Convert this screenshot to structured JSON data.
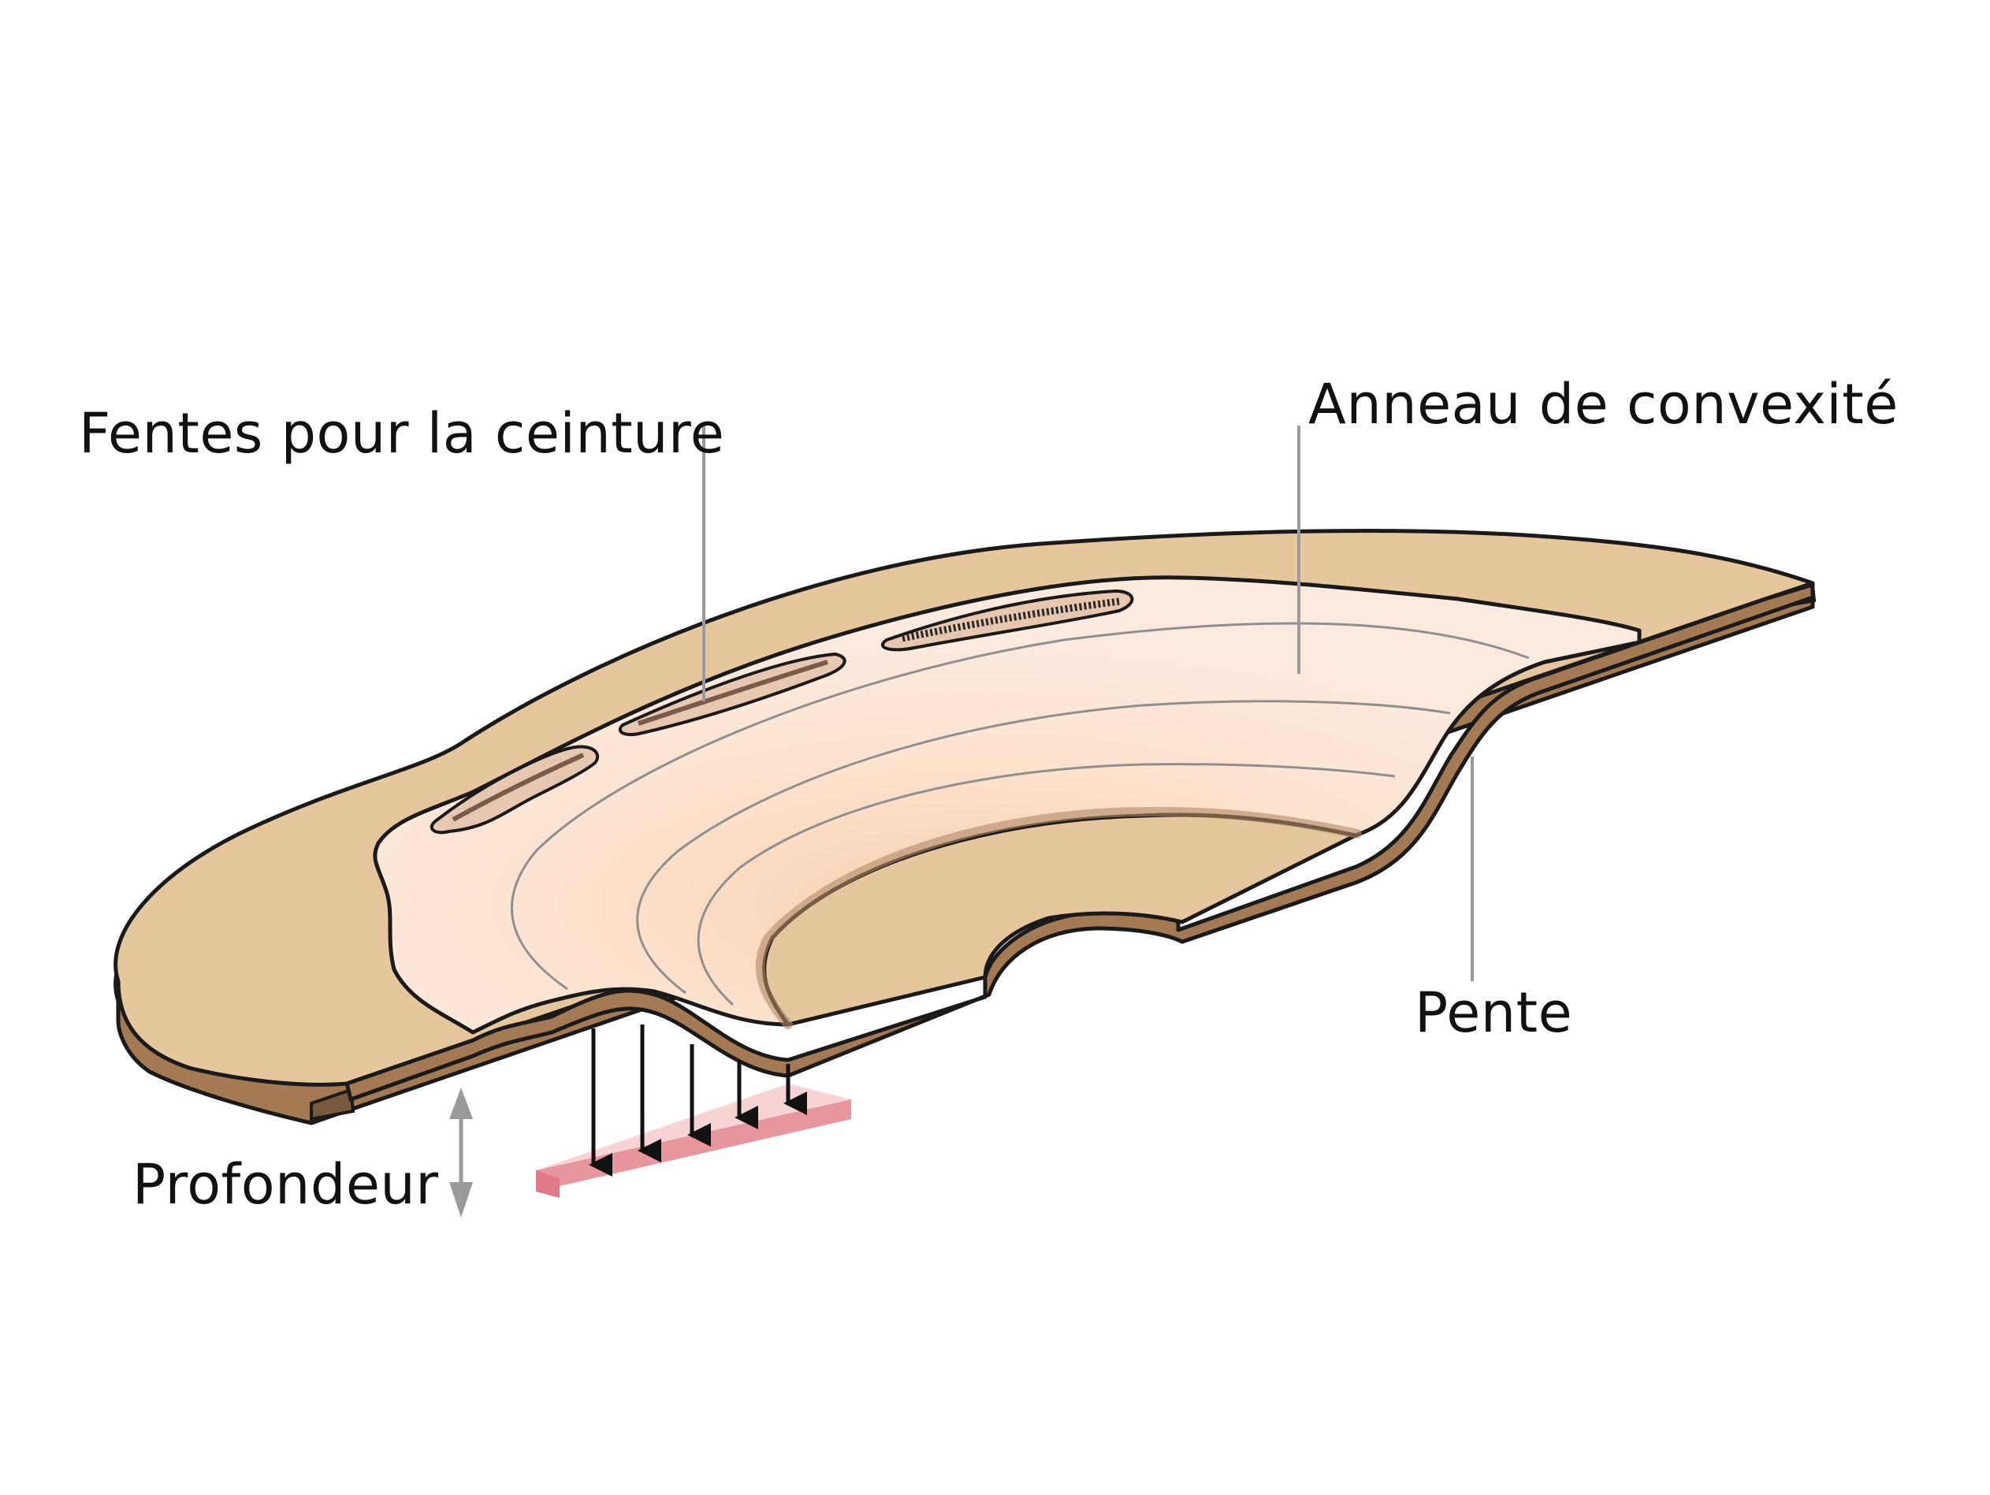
{
  "labels": {
    "belt_slots": "Fentes pour la ceinture",
    "convexity_ring": "Anneau de convexité",
    "slope": "Pente",
    "depth": "Profondeur"
  },
  "colors": {
    "base_top": "#e6c69d",
    "base_edge": "#a47a55",
    "ring": "#fde6d6",
    "ring_line": "#8f8f8f",
    "outline": "#1a1a1a",
    "leader": "#9a9a9a",
    "pressure_pad": "#f7cfcf",
    "pressure_pad_edge": "#e8969e",
    "depth_arrow": "#9a9a9a",
    "force_arrow": "#111111"
  }
}
